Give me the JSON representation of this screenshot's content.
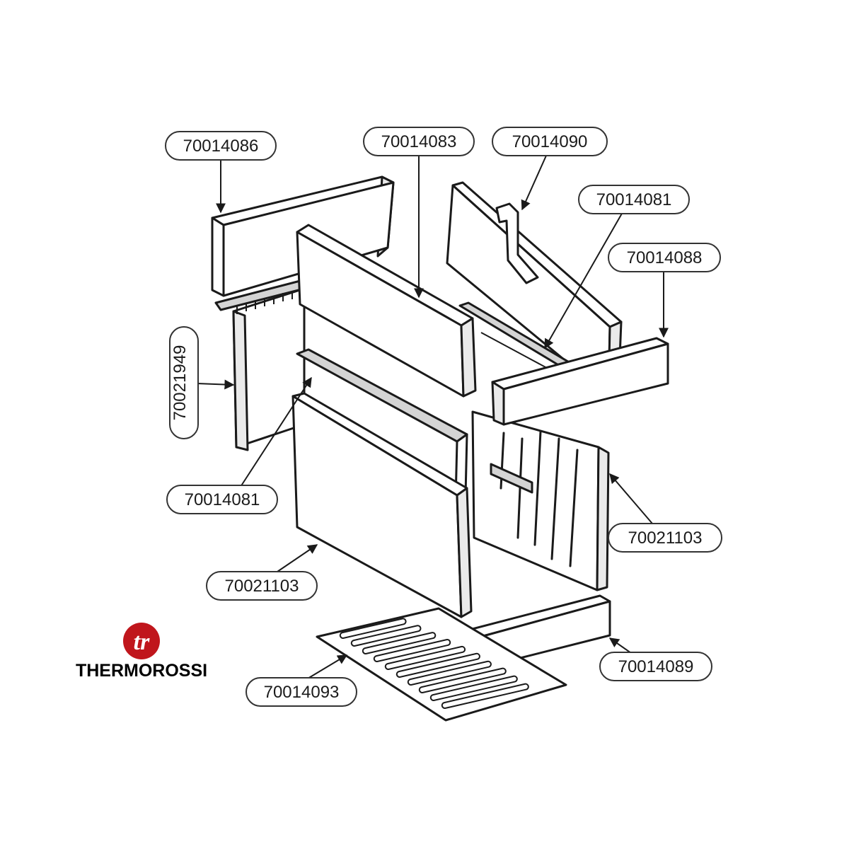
{
  "callouts": {
    "c70014086": "70014086",
    "c70014083": "70014083",
    "c70014090": "70014090",
    "c70014081_top": "70014081",
    "c70014088": "70014088",
    "c70021949": "70021949",
    "c70014081_left": "70014081",
    "c70021103_right": "70021103",
    "c70021103_left": "70021103",
    "c70014089": "70014089",
    "c70014093": "70014093"
  },
  "brand": {
    "name": "THERMOROSSI",
    "logo_monogram": "tr",
    "logo_color": "#c0161c"
  }
}
